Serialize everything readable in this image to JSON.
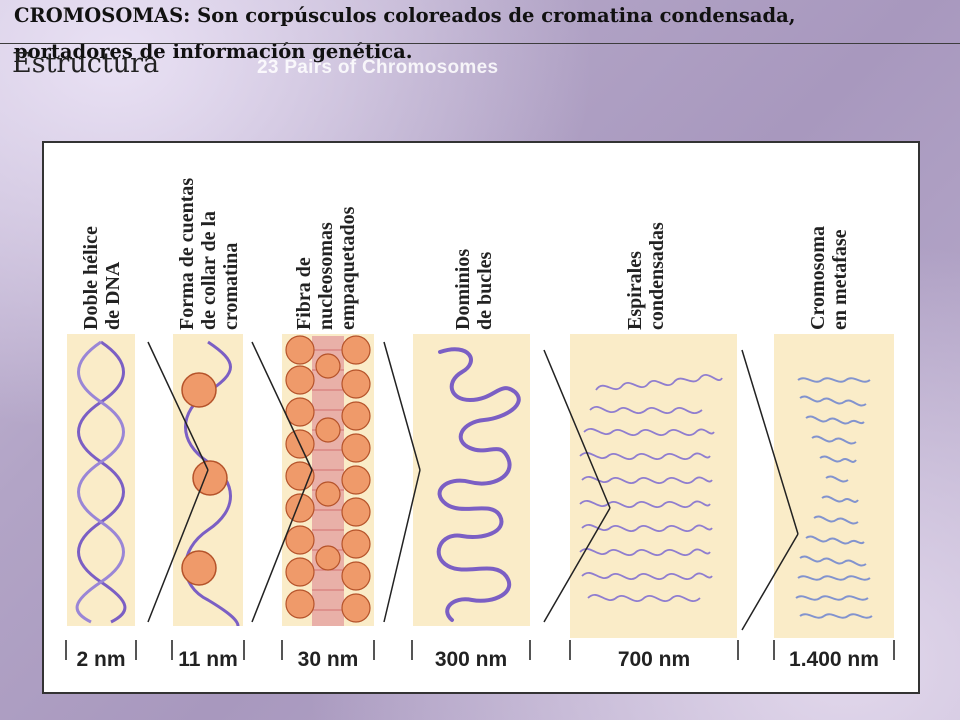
{
  "header": {
    "title": "CROMOSOMAS: Son corpúsculos coloreados de cromatina condensada, portadores de información genética.",
    "subtitle": "Estructura"
  },
  "background": {
    "label": "23 Pairs of Chromosomes"
  },
  "diagram": {
    "columns": [
      {
        "label": "Doble hélice\nde DNA",
        "scale": "2 nm"
      },
      {
        "label": "Forma de cuentas\nde collar de la\ncromatina",
        "scale": "11 nm"
      },
      {
        "label": "Fibra de\nnucleosomas\nempaquetados",
        "scale": "30 nm"
      },
      {
        "label": "Dominios\nde bucles",
        "scale": "300 nm"
      },
      {
        "label": "Espirales\ncondensadas",
        "scale": "700 nm"
      },
      {
        "label": "Cromosoma\nen metafase",
        "scale": "1.400 nm"
      }
    ],
    "colors": {
      "panel_fill": "#faecc8",
      "strand": "#7b5fc4",
      "bead": "#ef9a6a",
      "bead_edge": "#b5532a"
    }
  }
}
